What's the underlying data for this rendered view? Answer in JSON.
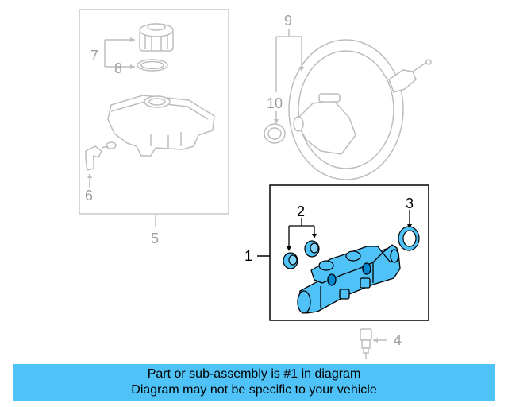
{
  "callouts": {
    "c1": "1",
    "c2": "2",
    "c3": "3",
    "c4": "4",
    "c5": "5",
    "c6": "6",
    "c7": "7",
    "c8": "8",
    "c9": "9",
    "c10": "10"
  },
  "banner": {
    "line1": "Part or sub-assembly is #1 in diagram",
    "line2": "Diagram may not be specific to your vehicle"
  },
  "colors": {
    "highlight_part": "#4fc3f7",
    "banner_bg": "#4fc3f7",
    "gray_part": "#c8c8c8",
    "outline": "#000000"
  }
}
